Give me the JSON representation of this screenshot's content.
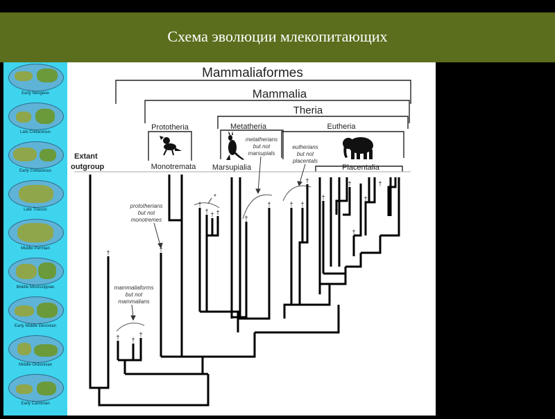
{
  "slide": {
    "title": "Схема эволюции млекопитающих"
  },
  "globes": [
    {
      "label": "Early Neogene"
    },
    {
      "label": "Late Cretaceous"
    },
    {
      "label": "Early Cretaceous"
    },
    {
      "label": "Late Triassic"
    },
    {
      "label": "Middle Permian"
    },
    {
      "label": "Middle Mississippian"
    },
    {
      "label": "Early Middle Devonian"
    },
    {
      "label": "Middle Ordovician"
    },
    {
      "label": "Early Cambrian"
    }
  ],
  "diagram": {
    "clades": {
      "mammaliaformes": "Mammaliaformes",
      "mammalia": "Mammalia",
      "theria": "Theria",
      "prototheria": "Prototheria",
      "metatheria": "Metatheria",
      "eutheria": "Eutheria"
    },
    "groups": {
      "outgroup_line1": "Extant",
      "outgroup_line2": "outgroup",
      "monotremata": "Monotremata",
      "marsupialia": "Marsupialia",
      "placentalia": "Placentalia"
    },
    "annotations": {
      "mammaliaforms": [
        "mammaliaforms",
        "but not",
        "mammalians"
      ],
      "prototherians": [
        "prototherians",
        "but not",
        "monotremes"
      ],
      "metatherians": [
        "metatherians",
        "but not",
        "marsupials"
      ],
      "eutherians": [
        "eutherians",
        "but not",
        "placentals"
      ],
      "asterisk": "*"
    },
    "animal_icons": [
      "platypus-icon",
      "kangaroo-icon",
      "elephant-icon"
    ],
    "dagger": "†"
  }
}
